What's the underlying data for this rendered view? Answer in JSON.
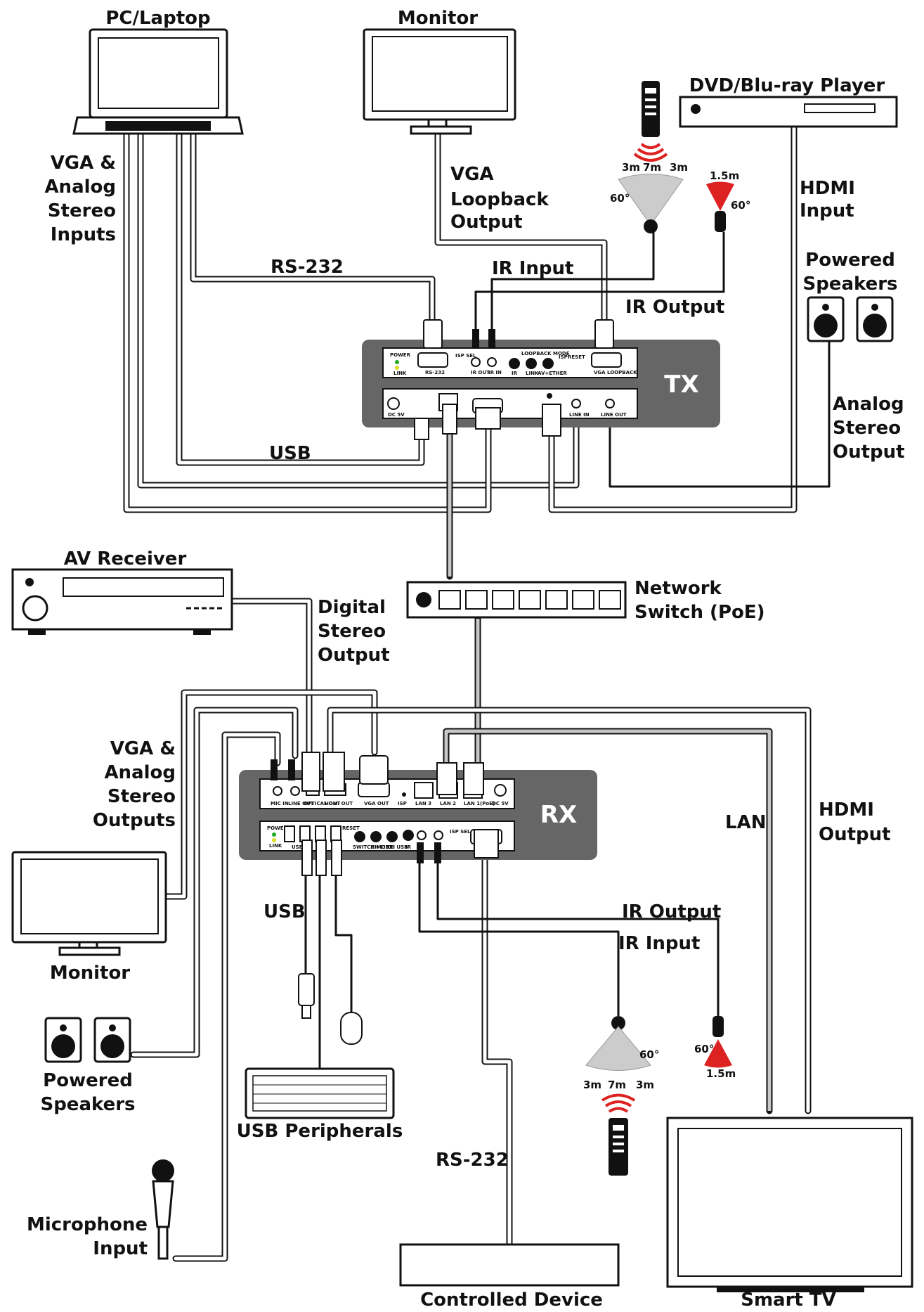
{
  "labels": {
    "pc_laptop": "PC/Laptop",
    "monitor_top": "Monitor",
    "dvd_player": "DVD/Blu-ray Player",
    "vga_analog_in": [
      "VGA &",
      "Analog",
      "Stereo",
      "Inputs"
    ],
    "vga_loopback": [
      "VGA",
      "Loopback",
      "Output"
    ],
    "hdmi_input": [
      "HDMI",
      "Input"
    ],
    "rs232_top": "RS-232",
    "ir_input_top": "IR Input",
    "ir_output_top": "IR Output",
    "powered_speakers_top": [
      "Powered",
      "Speakers"
    ],
    "analog_stereo_out": [
      "Analog",
      "Stereo",
      "Output"
    ],
    "usb_top": "USB",
    "tx": "TX",
    "av_receiver": "AV Receiver",
    "digital_stereo_out": [
      "Digital",
      "Stereo",
      "Output"
    ],
    "network_switch": [
      "Network",
      "Switch (PoE)"
    ],
    "vga_analog_out": [
      "VGA &",
      "Analog",
      "Stereo",
      "Outputs"
    ],
    "rx": "RX",
    "lan": "LAN",
    "hdmi_output": [
      "HDMI",
      "Output"
    ],
    "monitor_bottom": "Monitor",
    "usb_bottom": "USB",
    "ir_output_bottom": "IR Output",
    "ir_input_bottom": "IR Input",
    "powered_speakers_bottom": [
      "Powered",
      "Speakers"
    ],
    "usb_peripherals": "USB Peripherals",
    "rs232_bottom": "RS-232",
    "microphone_input": [
      "Microphone",
      "Input"
    ],
    "controlled_device": "Controlled Device",
    "smart_tv": "Smart TV"
  },
  "ir_ranges": {
    "receiver_left": "3m",
    "receiver_center": "7m",
    "receiver_right": "3m",
    "receiver_angle": "60°",
    "emitter_range": "1.5m",
    "emitter_angle": "60°"
  },
  "tx_panel": {
    "power": "POWER",
    "link": "LINK",
    "rs232": "RS-232",
    "isp_sel": "ISP SEL",
    "ir_out": "IR OUT",
    "ir_in": "IR IN",
    "loopback_mode": "LOOPBACK MODE",
    "ir": "IR",
    "link2": "LINK",
    "av_ether": "AV+ETHER",
    "isp": "ISP",
    "reset": "RESET",
    "vga_loopback": "VGA LOOPBACK",
    "dc5v": "DC 5V",
    "line_in": "LINE IN",
    "line_out": "LINE OUT"
  },
  "rx_panel": {
    "mic_in": "MIC IN",
    "line_out": "LINE OUT",
    "optical_out": "OPTICAL OUT",
    "hdmi_out": "HDMI OUT",
    "vga_out": "VGA OUT",
    "isp": "ISP",
    "lan3": "LAN 3",
    "lan2": "LAN 2",
    "lan1": "LAN 1(PoE)",
    "dc5v": "DC 5V",
    "power": "POWER",
    "link": "LINK",
    "usb": "USB",
    "reset": "RESET",
    "switch_mode": "SWITCH MODE",
    "ch_link": "CH LINK",
    "ch_usb": "CH USB",
    "ir": "IR",
    "isp_sel": "ISP SEL"
  }
}
